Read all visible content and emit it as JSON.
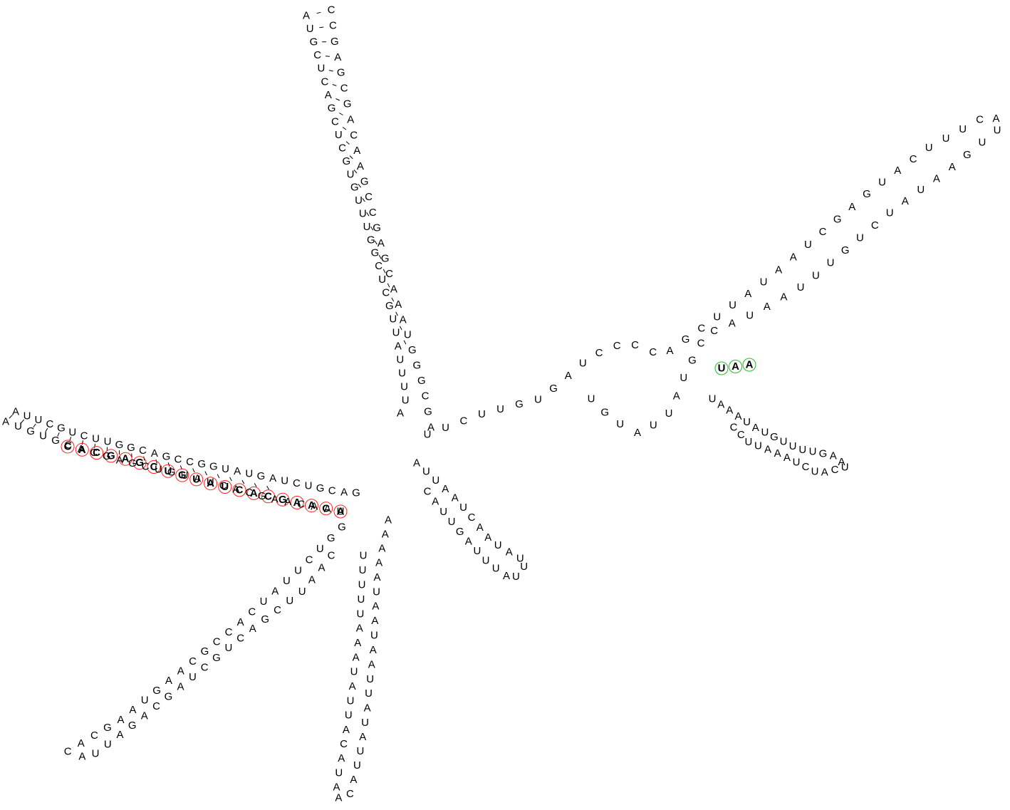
{
  "diagram": {
    "strands": [
      {
        "name": "top-stem-5prime",
        "seq": "CCGAGCGACAAGCCGAGCAAAUGGGCGA"
      },
      {
        "name": "top-stem-3prime",
        "seq": "AUGCUCAGCUCGUGUUUGGCUCGUUAUUUUA"
      },
      {
        "name": "left-arm-upper",
        "seq": "AUUCGUCUUGGCAGCCGGUAUGAUCUGCAG"
      },
      {
        "name": "left-arm-lower",
        "seq": "AUGUGCACGAGCUGUAUCACGAACAAU"
      },
      {
        "name": "lower-left-arm",
        "seq": "GGUCUUAUCACCGCAAGUAAGCACAUUAGACGAUCGUCAGCUUAAC"
      },
      {
        "name": "lower-arm",
        "seq": "AAAAAUAAUAAUUAUAUUACAAUACAUUAUAAAUUUUU"
      },
      {
        "name": "middle-hairpin",
        "seq": "AUUAAUCAAUAUUUAUUUAGUUAC"
      },
      {
        "name": "right-arm-stem",
        "seq": "UUCUUGUGAUCCCCAGCUUAUAAUCGAGUACUUUCAUUGAAUAUCUGUUUAAUACCGUAUUAUGU"
      },
      {
        "name": "right-hairpin",
        "seq": "UAAAUAUGUUUUGAAUCAUCUAAAUUCC"
      }
    ],
    "highlight_red": "CACGAGCUGUAUCACGAACA",
    "highlight_green": "UAA"
  }
}
